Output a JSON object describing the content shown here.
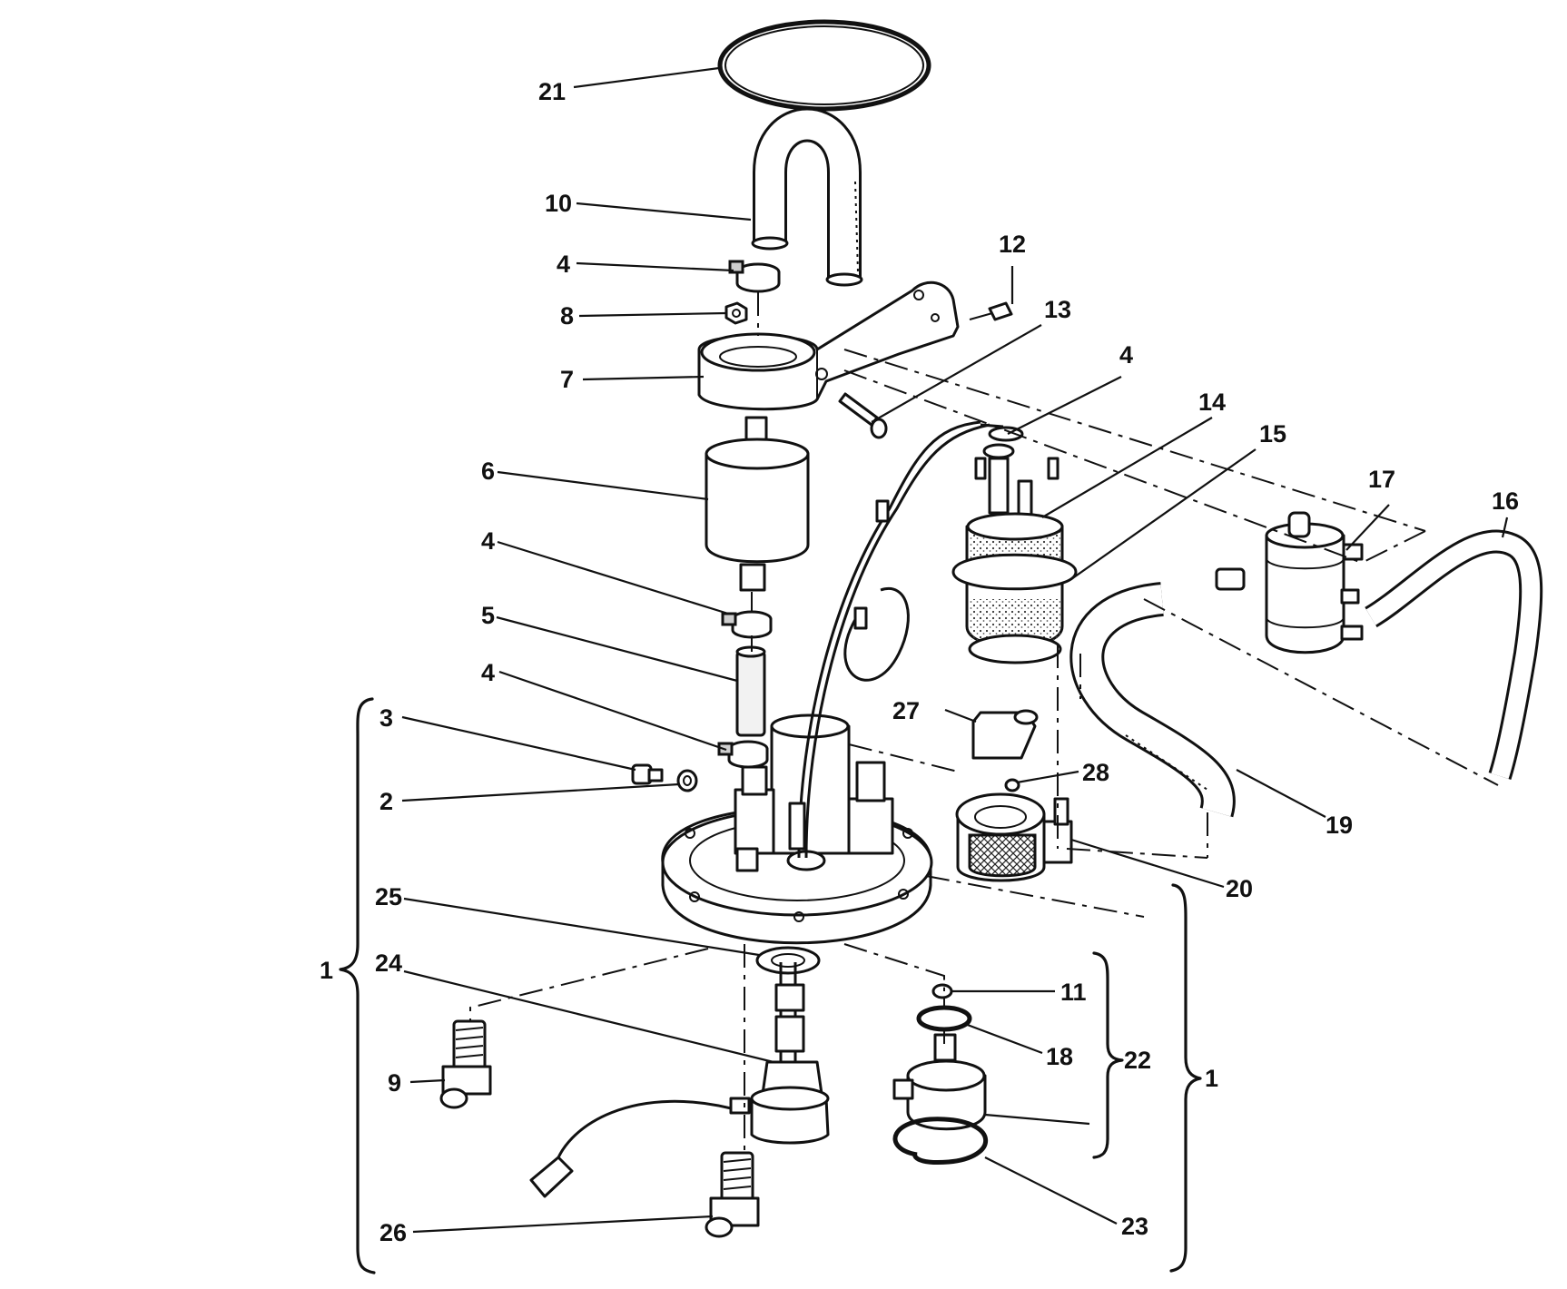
{
  "callouts": {
    "c1_left": "1",
    "c1_right": "1",
    "c2": "2",
    "c3": "3",
    "c4_top": "4",
    "c4_pump": "4",
    "c4_mid": "4",
    "c4_low": "4",
    "c5": "5",
    "c6": "6",
    "c7": "7",
    "c8": "8",
    "c9": "9",
    "c10": "10",
    "c11": "11",
    "c12": "12",
    "c13": "13",
    "c14": "14",
    "c15": "15",
    "c16": "16",
    "c17": "17",
    "c18": "18",
    "c19": "19",
    "c20": "20",
    "c21": "21",
    "c22": "22",
    "c23": "23",
    "c24": "24",
    "c25": "25",
    "c26": "26",
    "c27": "27",
    "c28": "28"
  }
}
